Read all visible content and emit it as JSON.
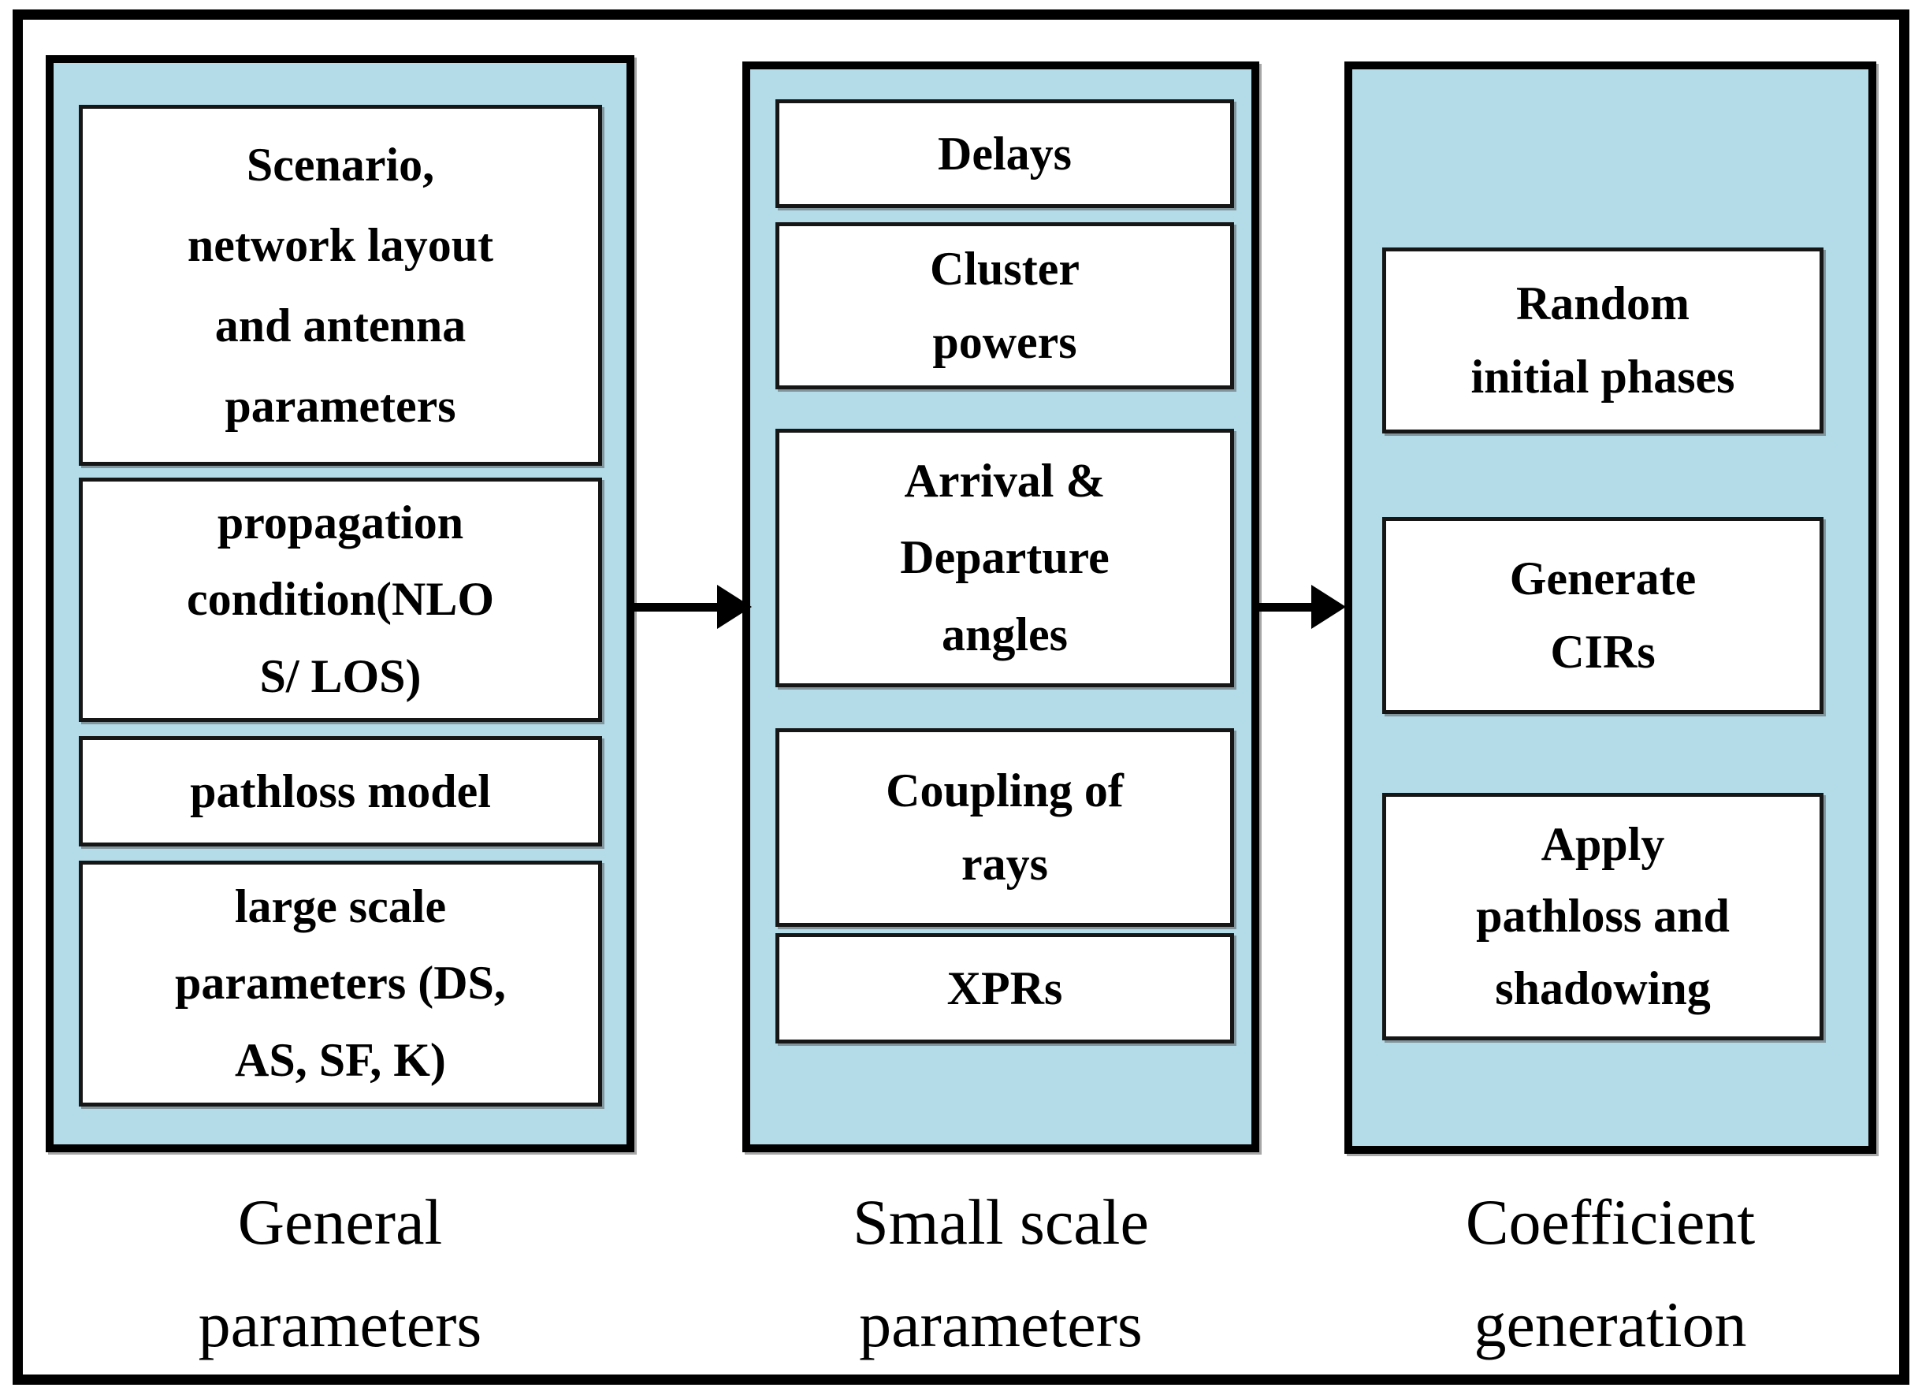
{
  "diagram": {
    "title_visible": false,
    "colors": {
      "panel_blue": "#b3dbe8",
      "line_black": "#000000",
      "box_white": "#ffffff"
    },
    "icons": {
      "flow_arrow_1": "arrow-right",
      "flow_arrow_2": "arrow-right"
    },
    "columns": [
      {
        "caption": "General\nparameters",
        "boxes": [
          {
            "label": "Scenario,\nnetwork layout\nand antenna\nparameters"
          },
          {
            "label": "propagation\ncondition(NLO\nS/ LOS)"
          },
          {
            "label": "pathloss model"
          },
          {
            "label": "large scale\nparameters (DS,\nAS, SF, K)"
          }
        ]
      },
      {
        "caption": "Small scale\nparameters",
        "boxes": [
          {
            "label": "Delays"
          },
          {
            "label": "Cluster\npowers"
          },
          {
            "label": "Arrival &\nDeparture\nangles"
          },
          {
            "label": "Coupling of\nrays"
          },
          {
            "label": "XPRs"
          }
        ]
      },
      {
        "caption": "Coefficient\ngeneration",
        "boxes": [
          {
            "label": "Random\ninitial phases"
          },
          {
            "label": "Generate\nCIRs"
          },
          {
            "label": "Apply\npathloss and\nshadowing"
          }
        ]
      }
    ]
  }
}
